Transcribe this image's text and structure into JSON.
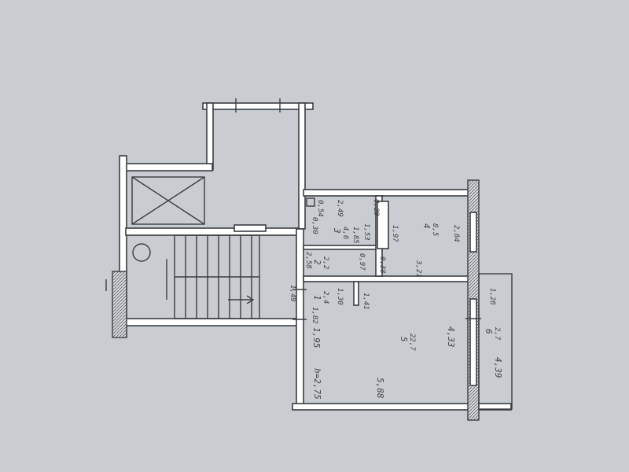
{
  "floorplan": {
    "ceiling_height": "h=2,75",
    "rooms": [
      {
        "number": "1",
        "area": "2,4"
      },
      {
        "number": "2",
        "area": "2,2"
      },
      {
        "number": "3",
        "area": "4,6"
      },
      {
        "number": "4",
        "area": "8,5"
      },
      {
        "number": "5",
        "area": "22,7"
      },
      {
        "number": "6",
        "area": "2,7"
      }
    ],
    "dimensions": {
      "d_5_88": "5,88",
      "d_4_33": "4,33",
      "d_4_39": "4,39",
      "d_1_26": "1,26",
      "d_1_95": "1,95",
      "d_1_82": "1,82",
      "d_1_49": "1,49",
      "d_1_30": "1,30",
      "d_1_41": "1,41",
      "d_2_58": "2,58",
      "d_0_97": "0,97",
      "d_0_38": "0,38",
      "d_3_21": "3,21",
      "d_2_84": "2,84",
      "d_1_97": "1,97",
      "d_1_85": "1,85",
      "d_1_53": "1,53",
      "d_0_30": "0,30",
      "d_0_54": "0,54",
      "d_2_49": "2,49",
      "d_0_29": "0,29"
    }
  }
}
